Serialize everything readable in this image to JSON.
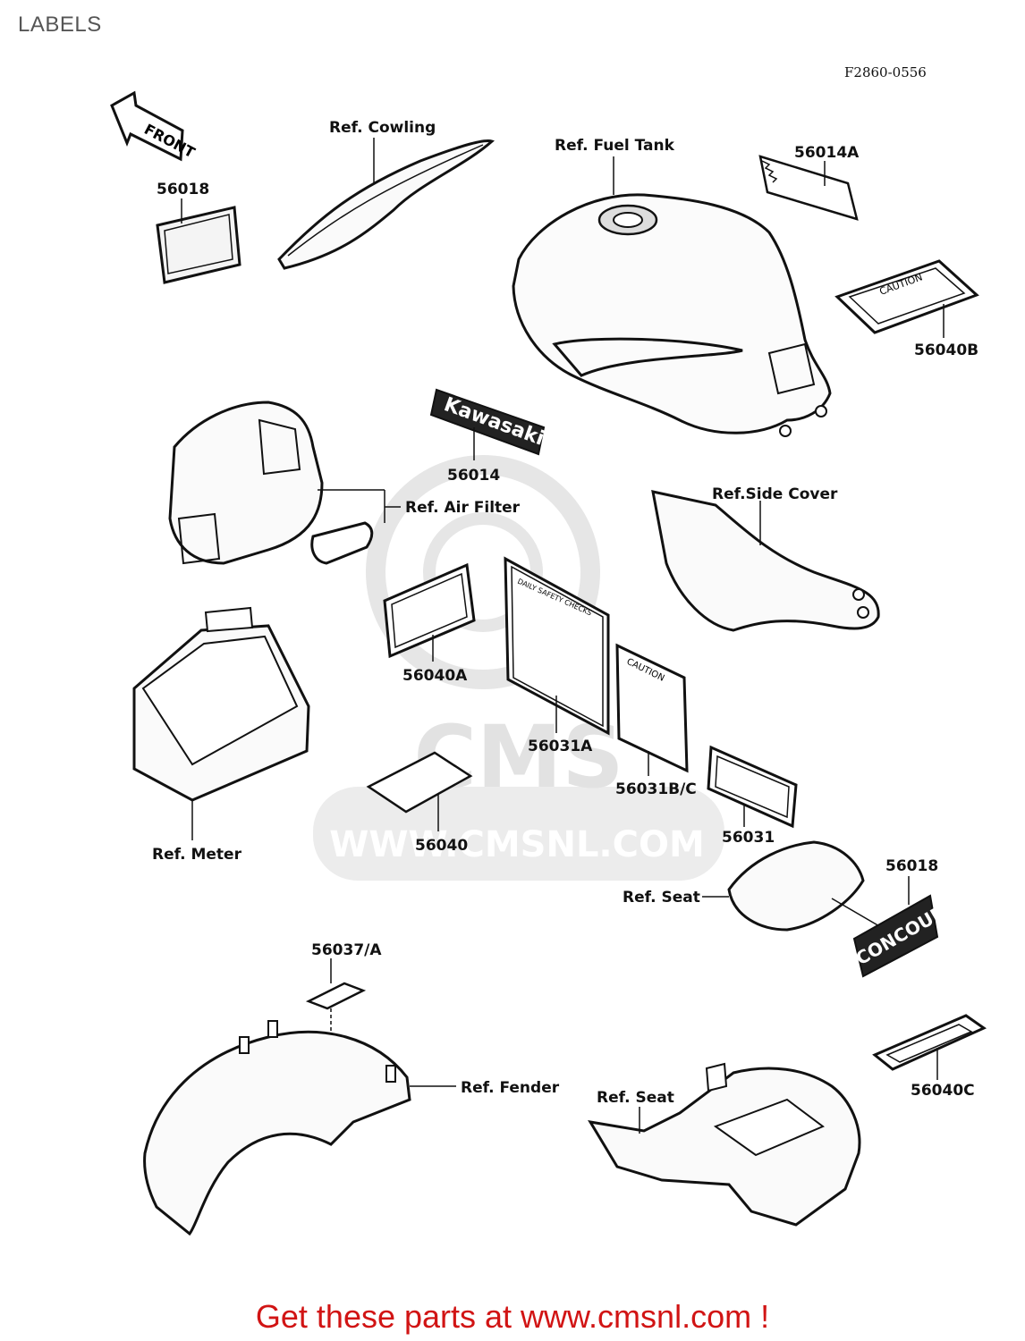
{
  "page": {
    "title": "LABELS",
    "diagram_code": "F2860-0556",
    "footer": "Get these parts at www.cmsnl.com !"
  },
  "watermark": {
    "brand": "CMS",
    "url": "WWW.CMSNL.COM"
  },
  "decals": {
    "front": "FRONT",
    "kawasaki": "Kawasaki",
    "caution_1": "CAUTION",
    "caution_2": "CAUTION",
    "daily_check": "DAILY SAFETY CHECKS",
    "concours": "CONCOURS"
  },
  "callouts": {
    "ref_cowling": "Ref. Cowling",
    "ref_fuel_tank": "Ref. Fuel Tank",
    "ref_air_filter": "Ref. Air Filter",
    "ref_side_cover": "Ref.Side Cover",
    "ref_meter": "Ref. Meter",
    "ref_seat_1": "Ref. Seat",
    "ref_fender": "Ref. Fender",
    "ref_seat_2": "Ref. Seat",
    "p56018_a": "56018",
    "p56014A": "56014A",
    "p56040B": "56040B",
    "p56014": "56014",
    "p56040A": "56040A",
    "p56031A": "56031A",
    "p56031BC": "56031B/C",
    "p56040": "56040",
    "p56031": "56031",
    "p56018_b": "56018",
    "p56037A": "56037/A",
    "p56040C": "56040C"
  }
}
